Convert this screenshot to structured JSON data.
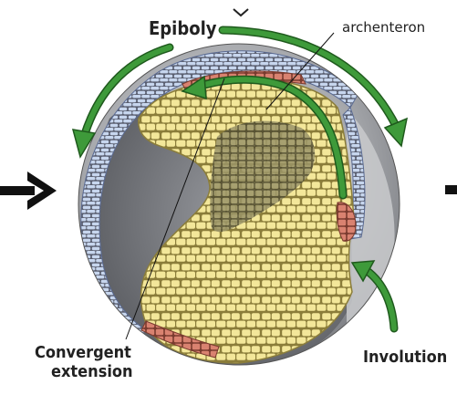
{
  "labels": {
    "epiboly": "Epiboly",
    "archenteron": "archenteron",
    "convergent_line1": "Convergent",
    "convergent_line2": "extension",
    "involution": "Involution"
  },
  "colors": {
    "background": "#ffffff",
    "yolk_grey": "#8f9196",
    "yolk_light": "#c9cacd",
    "mesoderm_yellow": "#f3e79a",
    "cell_outline": "#8b7d3a",
    "ectoderm_blue": "#9fb7dc",
    "ectoderm_cell": "#c7d6ee",
    "endoderm_red": "#d98270",
    "arrow_green": "#3e9a3a",
    "arrow_stroke": "#1f5a1d",
    "text": "#222222"
  },
  "icons": {
    "left_arrow": "arrow-right-icon",
    "right_arrow": "arrow-right-icon",
    "top_caret": "chevron-down-icon"
  }
}
